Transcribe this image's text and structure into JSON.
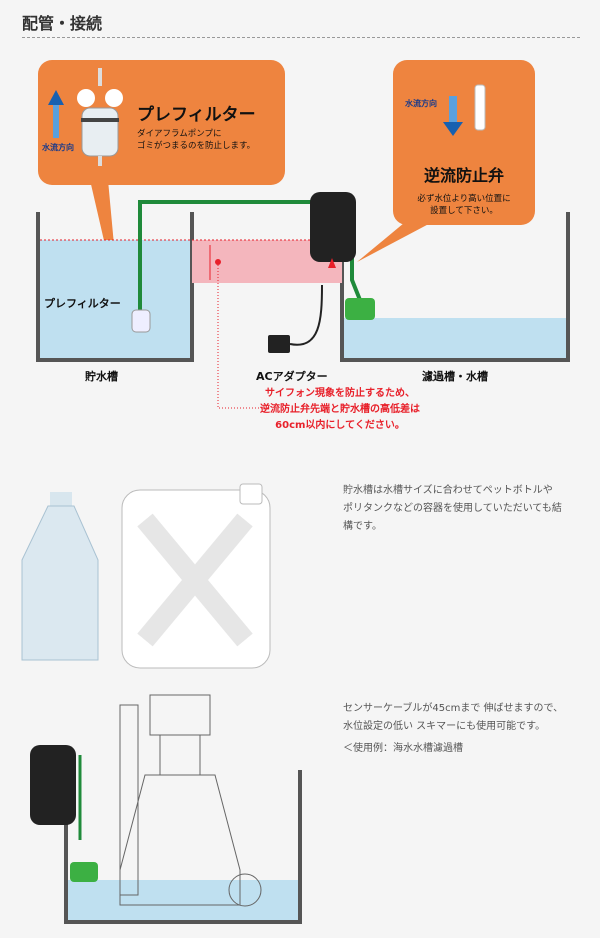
{
  "header": {
    "title": "配管・接続"
  },
  "prefilter_callout": {
    "title": "プレフィルター",
    "description_line1": "ダイアフラムポンプに",
    "description_line2": "ゴミがつまるのを防止します。",
    "flow_label": "水流方向"
  },
  "check_valve_callout": {
    "title": "逆流防止弁",
    "flow_label": "水流方向",
    "note_line1": "必ず水位より高い位置に",
    "note_line2": "設置して下さい。"
  },
  "diagram_labels": {
    "prefilter": "プレフィルター",
    "reservoir": "貯水槽",
    "ac_adapter": "ACアダプター",
    "filter_tank": "濾過槽・水槽"
  },
  "warning": {
    "line1": "サイフォン現象を防止するため、",
    "line2": "逆流防止弁先端と貯水槽の高低差は",
    "line3": "60cm以内にしてください。"
  },
  "reservoir_note": {
    "line1": "貯水槽は水槽サイズに合わせてペットボトルや",
    "line2": "ポリタンクなどの容器を使用していただいても結",
    "line3": "構です。"
  },
  "sensor_note": {
    "line1": "センサーケーブルが45cmまで 伸ばせますので、",
    "line2": "水位設定の低い スキマーにも使用可能です。",
    "example": "＜使用例：海水水槽濾過槽"
  },
  "colors": {
    "callout": "#ee843f",
    "water": "#bfe0f0",
    "tube": "#1f8a3a",
    "warning": "#e8202a",
    "band": "#f4b6bd"
  }
}
